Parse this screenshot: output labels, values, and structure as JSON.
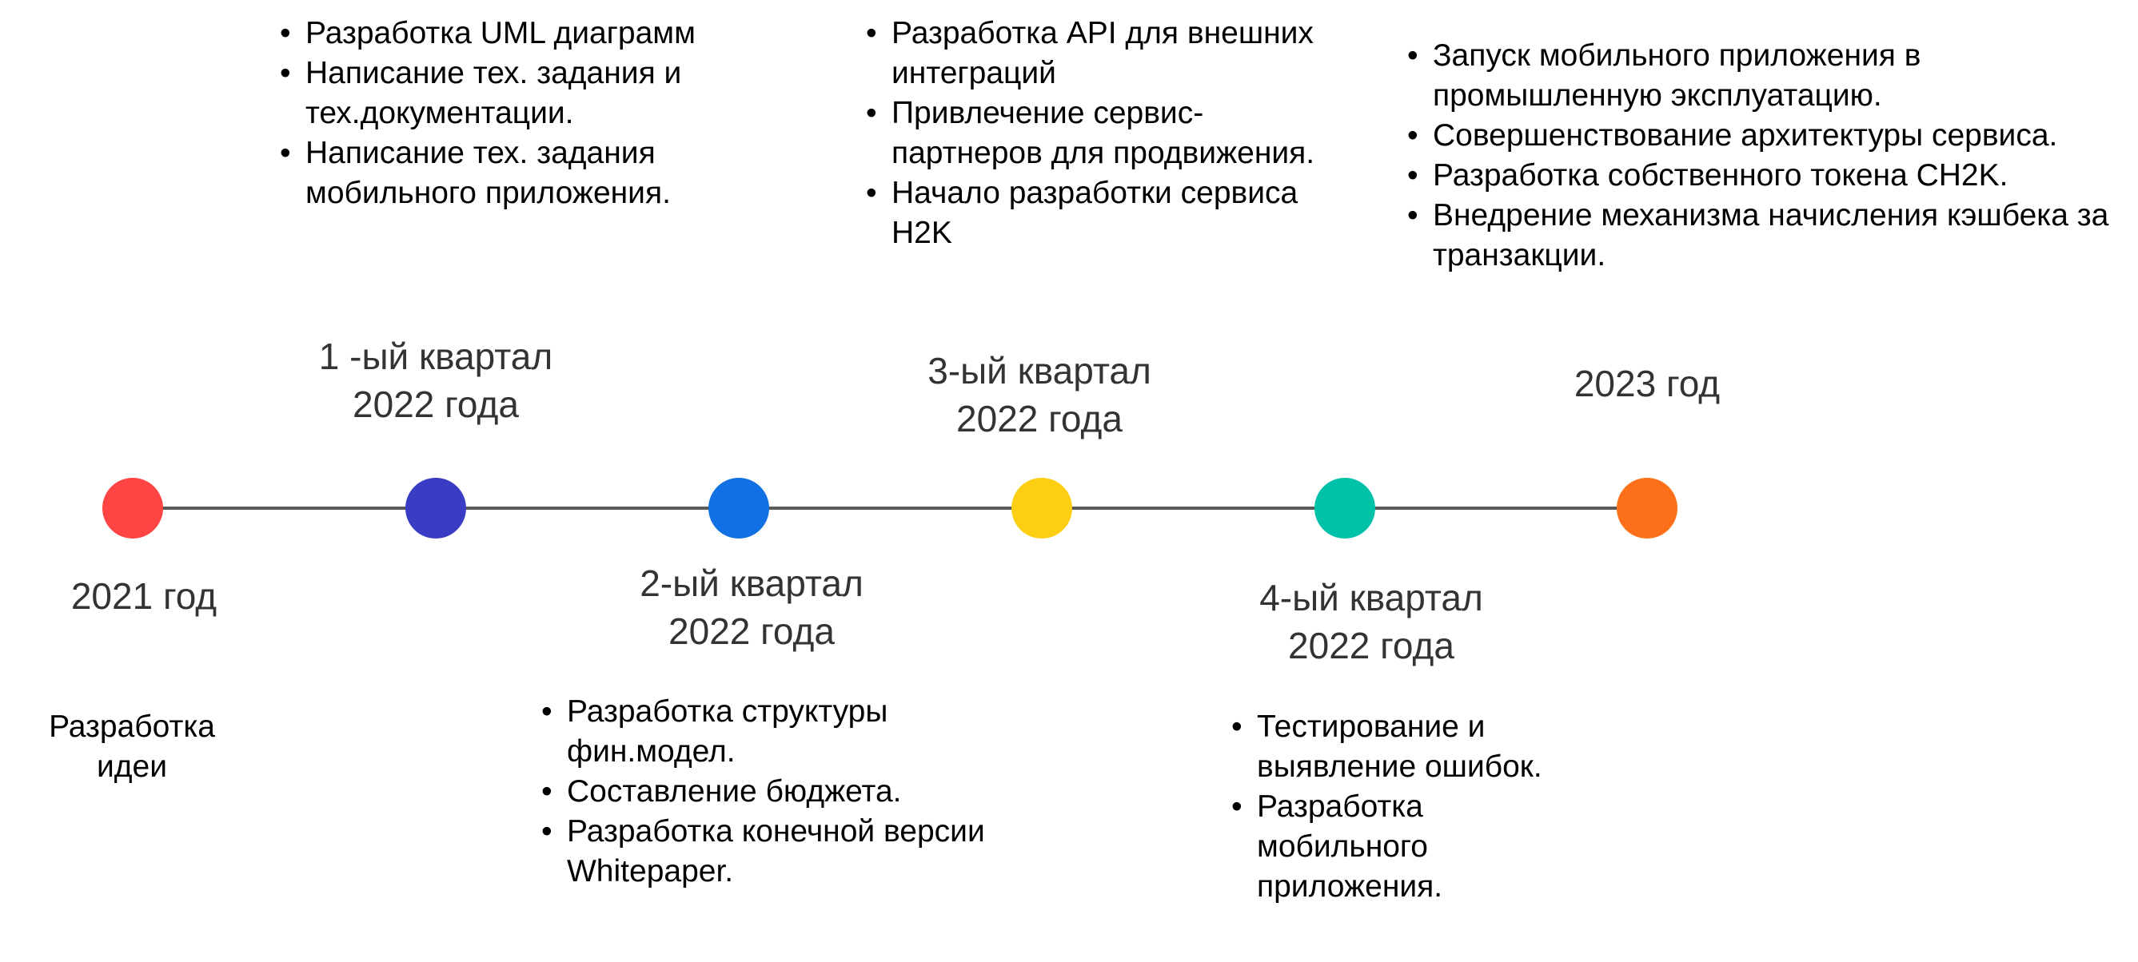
{
  "timeline": {
    "milestones": [
      {
        "label": "2021 год",
        "color": "#ff4444"
      },
      {
        "label": "1 -ый квартал\n2022 года",
        "color": "#3a3dc4"
      },
      {
        "label": "2-ый квартал\n2022 года",
        "color": "#1071e5"
      },
      {
        "label": "3-ый квартал\n2022 года",
        "color": "#fcce14"
      },
      {
        "label": "4-ый квартал\n2022 года",
        "color": "#00c2a8"
      },
      {
        "label": "2023 год",
        "color": "#fc7019"
      }
    ]
  },
  "idea_text": "Разработка\nидеи",
  "tasks": {
    "q1": [
      "Разработка UML диаграмм",
      "Написание тех. задания и тех.документации.",
      "Написание тех. задания мобильного приложения."
    ],
    "q2": [
      "Разработка структуры фин.модел.",
      "Составление бюджета.",
      "Разработка конечной версии Whitepaper."
    ],
    "q3": [
      "Разработка API для внешних интеграций",
      "Привлечение сервис-партнеров для продвижения.",
      "Начало разработки сервиса H2K"
    ],
    "q4": [
      "Тестирование и выявление ошибок.",
      "Разработка мобильного приложения."
    ],
    "y2023": [
      "Запуск мобильного приложения в промышленную эксплуатацию.",
      "Совершенствование архитектуры сервиса.",
      "Разработка собственного токена CH2K.",
      "Внедрение механизма начисления кэшбека за транзакции."
    ]
  }
}
